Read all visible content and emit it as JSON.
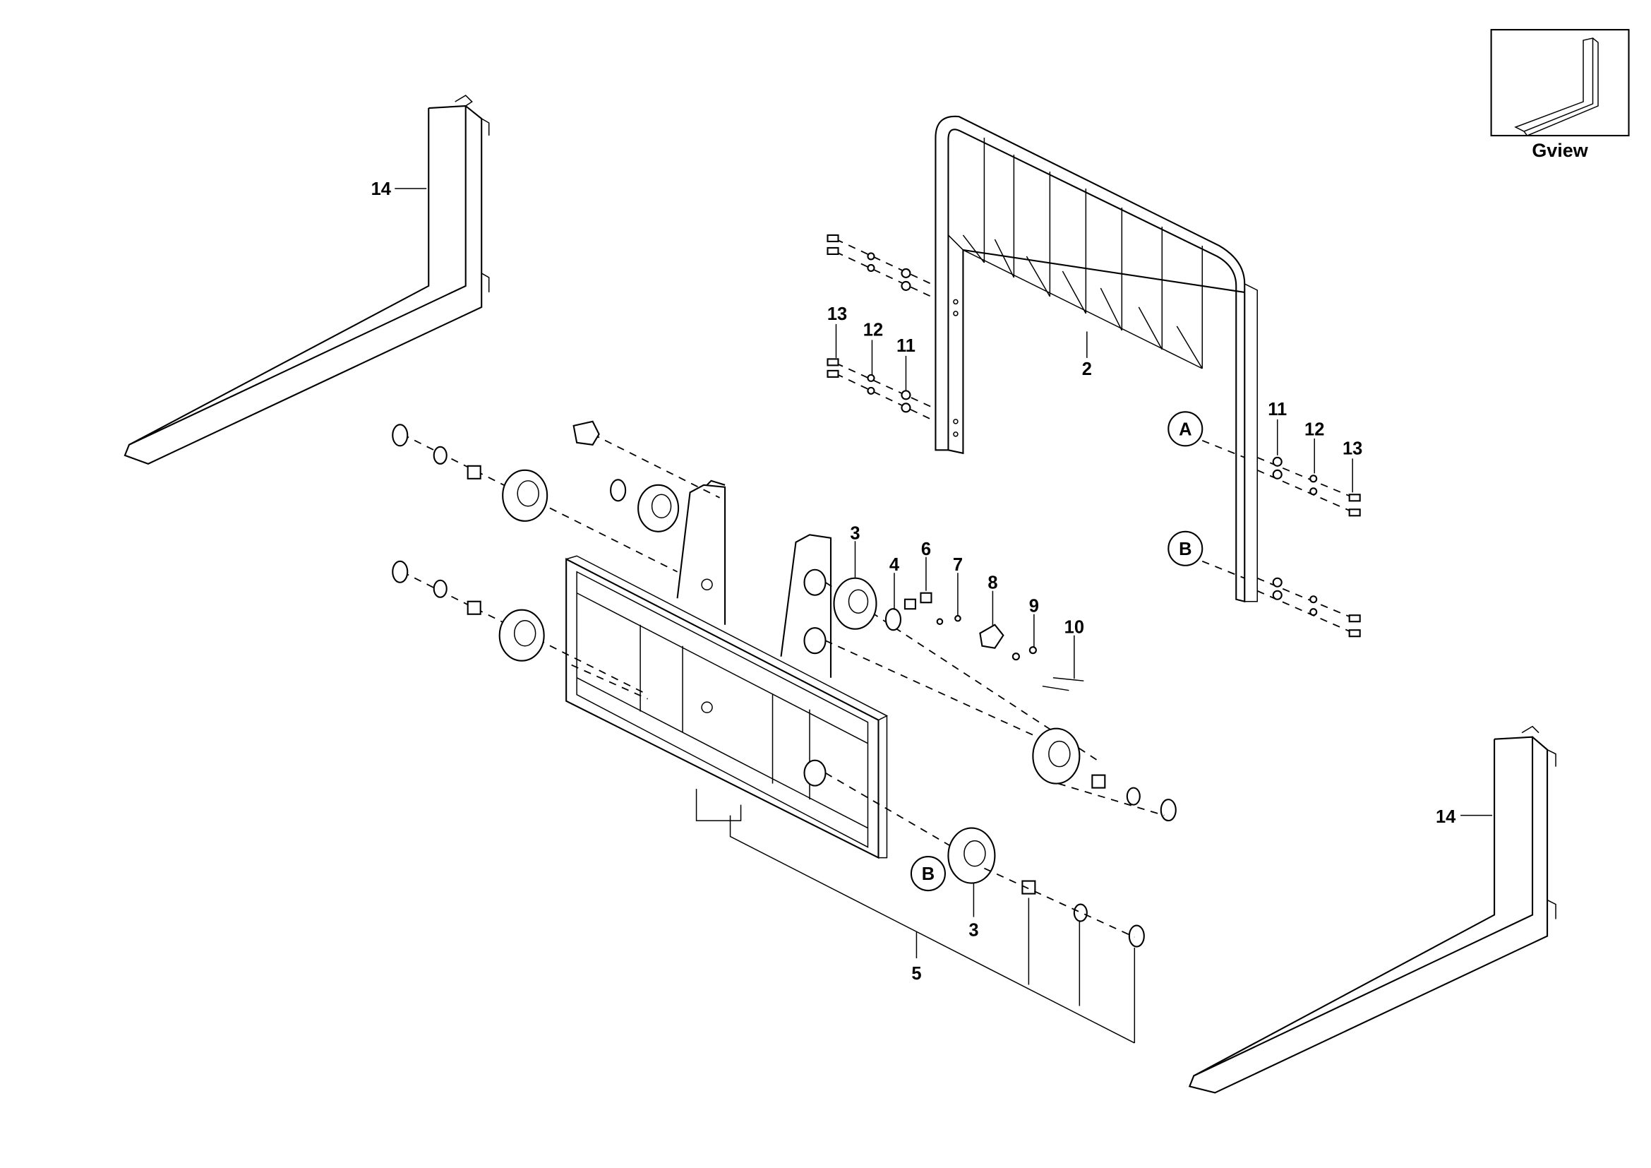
{
  "diagram": {
    "inset_caption": "Gview",
    "callouts": {
      "fork_left": "14",
      "fork_right": "14",
      "guard": "2",
      "bolt_top": "13",
      "nut_top": "12",
      "washer_top": "11",
      "washer_right": "11",
      "nut_right": "12",
      "bolt_right": "13",
      "ref_a": "A",
      "ref_b_right": "B",
      "ref_b_lower": "B",
      "bearing_upper": "3",
      "ring": "4",
      "bushing": "6",
      "ball": "7",
      "roller_block": "8",
      "nut_small": "9",
      "pin": "10",
      "bearing_lower": "3",
      "carriage": "5"
    }
  }
}
